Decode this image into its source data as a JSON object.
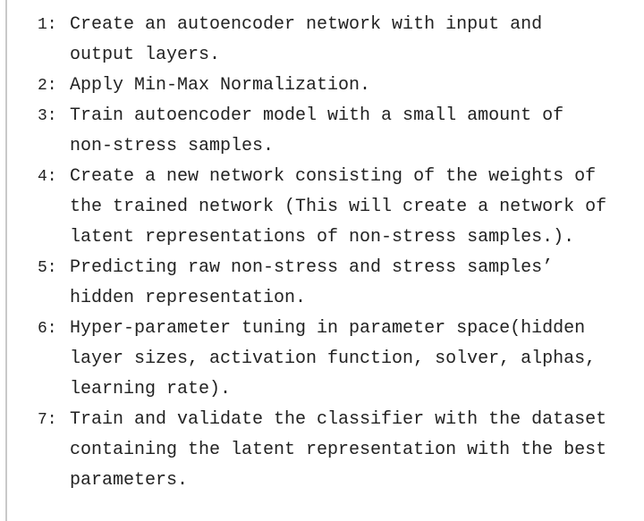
{
  "algorithm": {
    "steps": [
      {
        "number": "1:",
        "lines": [
          "Create an autoencoder network with input and",
          "output layers."
        ]
      },
      {
        "number": "2:",
        "lines": [
          "Apply Min-Max Normalization."
        ]
      },
      {
        "number": "3:",
        "lines": [
          "Train autoencoder model with a small amount of",
          "non-stress samples."
        ]
      },
      {
        "number": "4:",
        "lines": [
          "Create a new network consisting of the weights of",
          "the trained network (This will create a network of",
          "latent representations of non-stress samples.)."
        ]
      },
      {
        "number": "5:",
        "lines": [
          "Predicting raw non-stress and stress samples’",
          "hidden representation."
        ]
      },
      {
        "number": "6:",
        "lines": [
          "Hyper-parameter tuning in parameter space(hidden",
          "layer sizes, activation function, solver, alphas,",
          "learning rate)."
        ]
      },
      {
        "number": "7:",
        "lines": [
          "Train and validate the classifier with the dataset",
          "containing the latent representation with the best",
          "parameters."
        ]
      }
    ]
  }
}
